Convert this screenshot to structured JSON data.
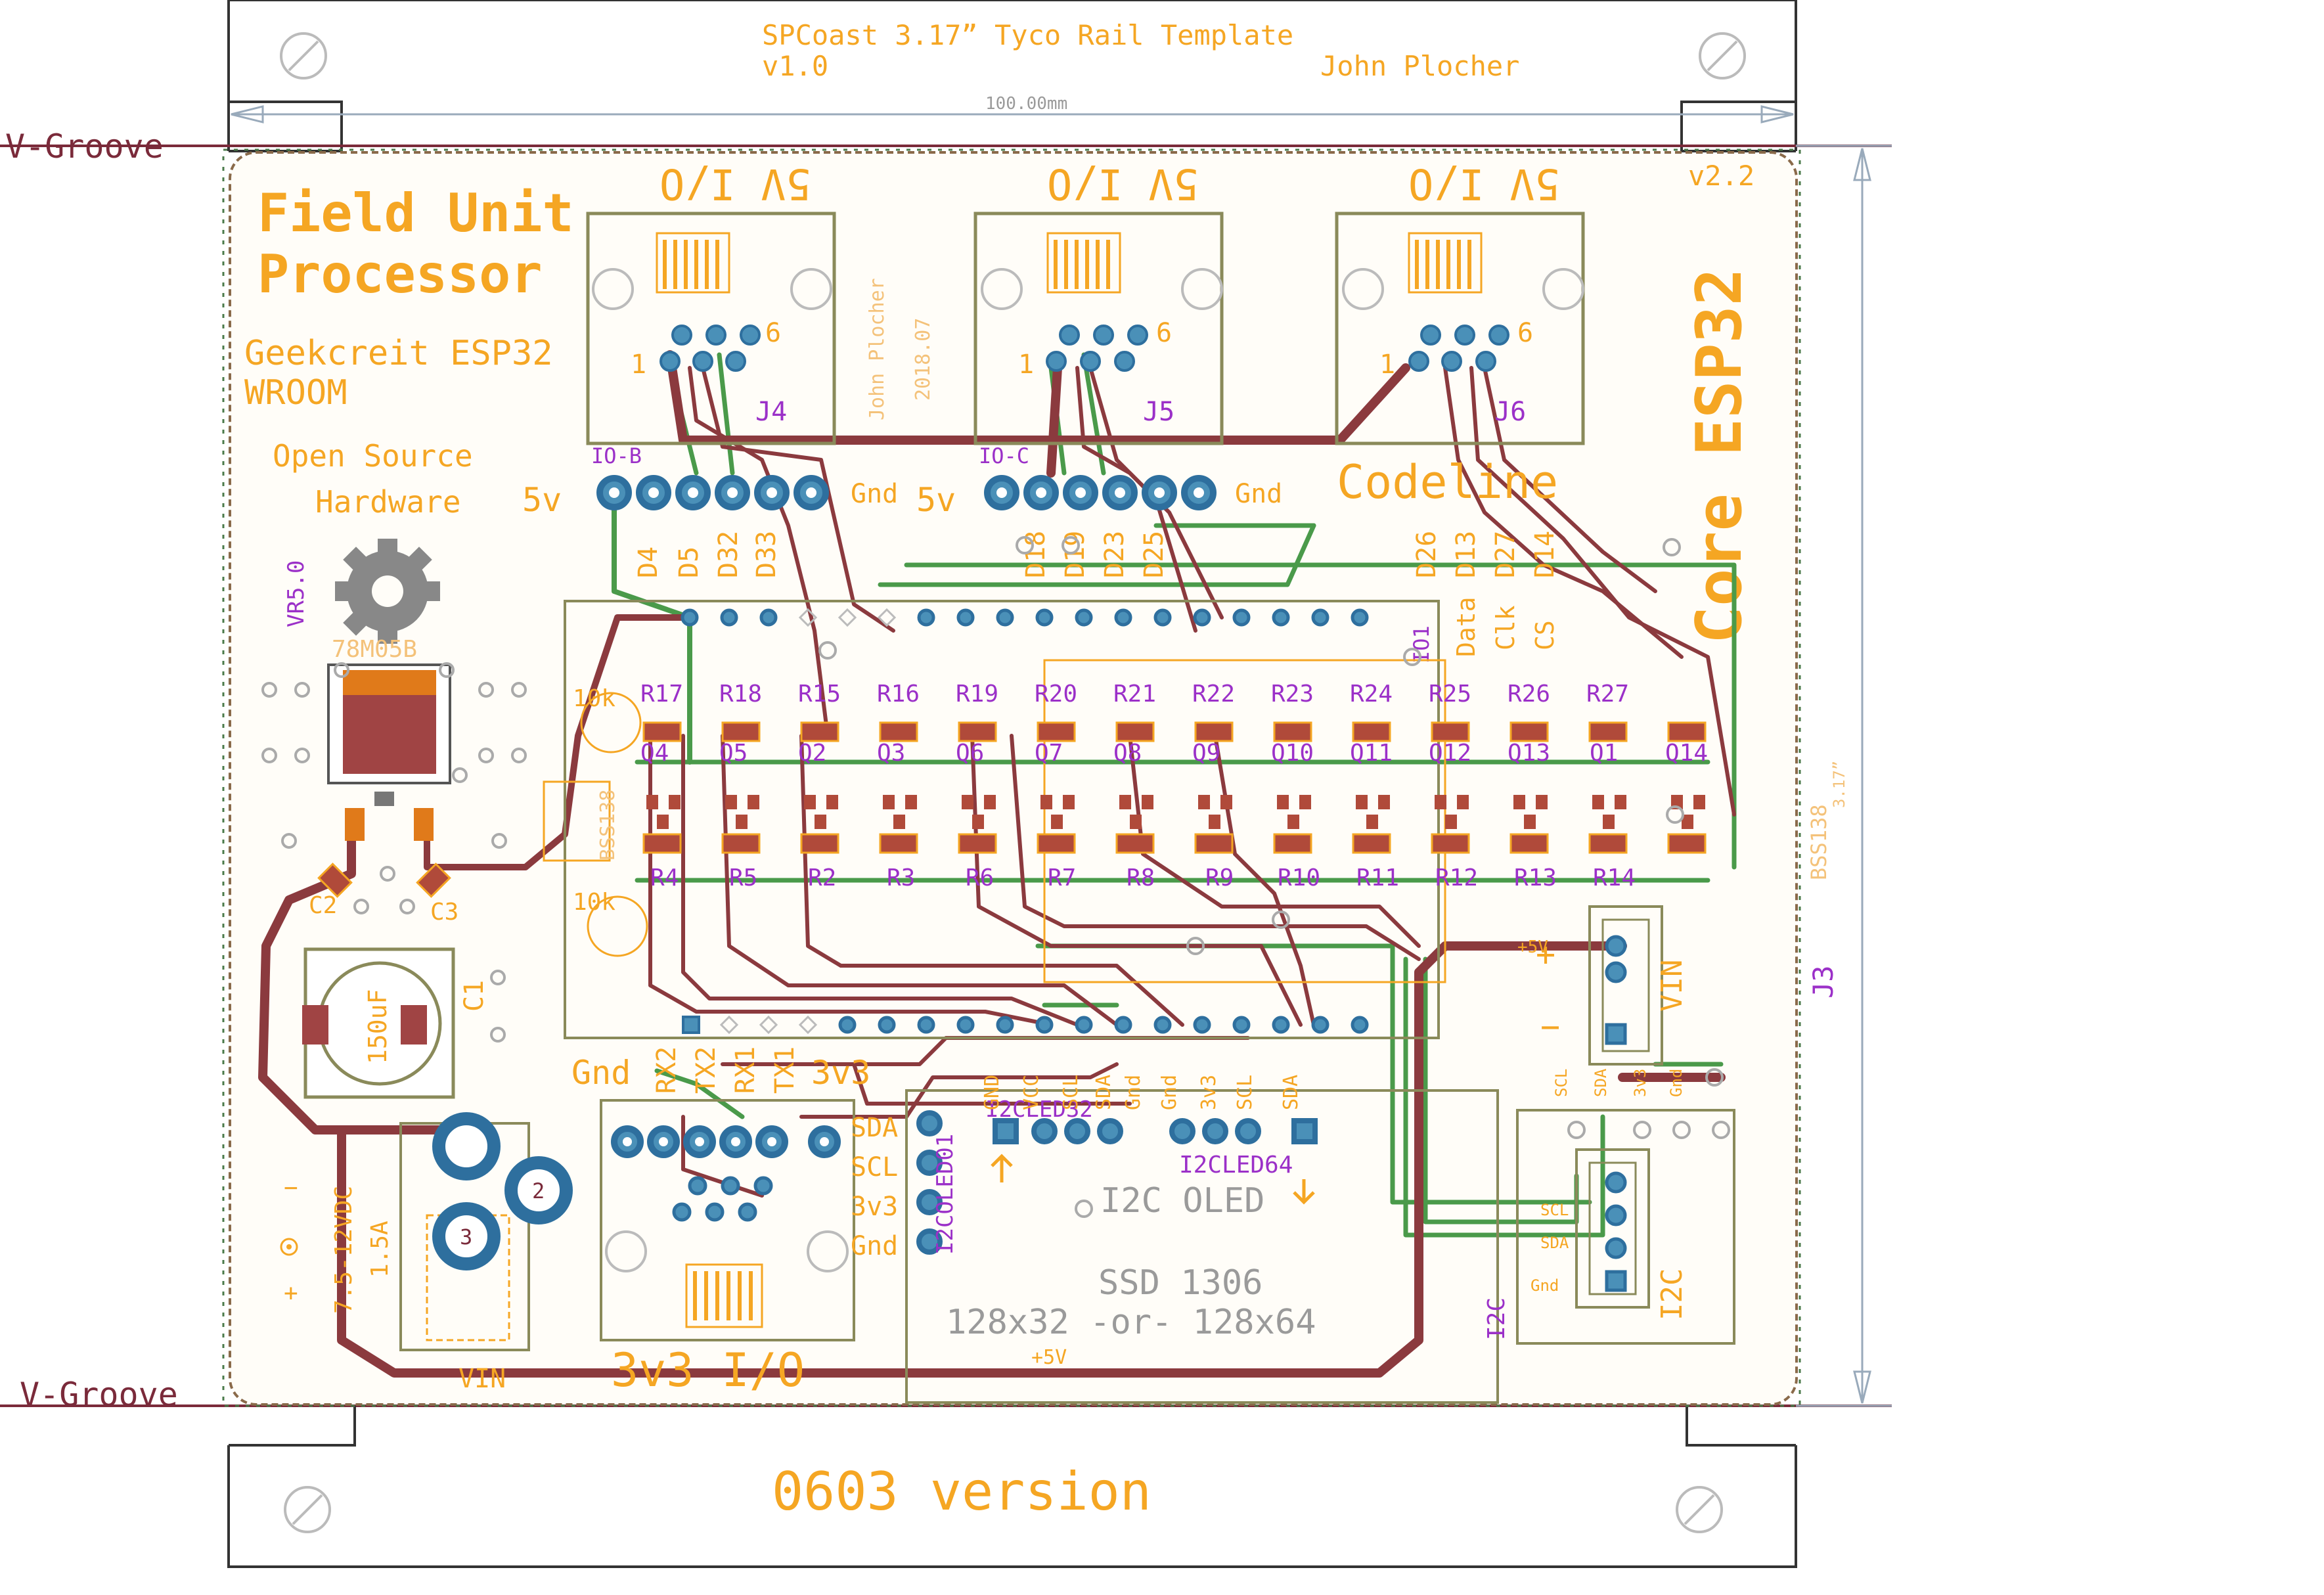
{
  "template": {
    "title": "SPCoast 3.17” Tyco Rail Template",
    "version": "v1.0",
    "author": "John Plocher",
    "dimension": "100.00mm",
    "vgroove_label": "V-Groove",
    "bottom_label": "0603 version",
    "height_label": "3.17”"
  },
  "board": {
    "title_line1": "Field Unit",
    "title_line2": "Processor",
    "subtitle_line1": "Geekcreit ESP32",
    "subtitle_line2": "WROOM",
    "osh_line1": "Open Source",
    "osh_line2": "Hardware",
    "core_label": "Core ESP32",
    "version": "v2.2",
    "credit": "John Plocher",
    "date": "2018.07",
    "regulator": "78M05B",
    "regulator_ref": "VR5.0",
    "codeline": "Codeline",
    "io_3v3": "3v3 I/O",
    "vin_label": "VIN",
    "power_spec_line1": "7.5-12VDC",
    "power_spec_line2": "1.5A",
    "cap_value": "150uF",
    "cap_ref": "C1",
    "c2": "C2",
    "c3": "C3",
    "pot_10k_top": "10k",
    "pot_10k_bottom": "10k",
    "bss_left": "BSS138",
    "bss_right": "BSS138",
    "j3": "J3",
    "plus5v": "+5V",
    "oled_title": "I2C OLED",
    "oled_chip": "SSD 1306",
    "oled_sizes": "128x32  -or-  128x64",
    "oled_ref32": "I2CLED32",
    "oled_ref64": "I2CLED64",
    "oled_ref01": "I2COLED01",
    "i2c_label": "I2C",
    "vin_conn": "VIN"
  },
  "connectors": [
    {
      "label": "5V I/O",
      "ref": "J4",
      "pin1": "1",
      "pin6": "6"
    },
    {
      "label": "5V I/O",
      "ref": "J5",
      "pin1": "1",
      "pin6": "6"
    },
    {
      "label": "5V I/O",
      "ref": "J6",
      "pin1": "1",
      "pin6": "6"
    }
  ],
  "header_labels": {
    "h1_left": "5v",
    "h1_right": "Gnd",
    "h1_ref": "IO-B",
    "h2_left": "5v",
    "h2_right": "Gnd",
    "h2_ref": "IO-C",
    "h1_pins": [
      "D4",
      "D5",
      "D32",
      "D33"
    ],
    "h2_pins": [
      "D18",
      "D19",
      "D23",
      "D25"
    ],
    "h3_pins": [
      "D26",
      "D13",
      "D27",
      "D14"
    ],
    "h3_signals": [
      "Data",
      "Clk",
      "CS"
    ],
    "h3_ref": "IO1"
  },
  "resistors_top": [
    "R17",
    "R18",
    "R15",
    "R16",
    "R19",
    "R20",
    "R21",
    "R22",
    "R23",
    "R24",
    "R25",
    "R26",
    "R27"
  ],
  "transistors": [
    "Q4",
    "Q5",
    "Q2",
    "Q3",
    "Q6",
    "Q7",
    "Q8",
    "Q9",
    "Q10",
    "Q11",
    "Q12",
    "Q13",
    "Q1",
    "Q14"
  ],
  "resistors_bottom": [
    "R4",
    "R5",
    "R2",
    "R3",
    "R6",
    "R7",
    "R8",
    "R9",
    "R10",
    "R11",
    "R12",
    "R13",
    "R14"
  ],
  "io3v3_pins": [
    "Gnd",
    "RX2",
    "TX2",
    "RX1",
    "TX1",
    "3v3"
  ],
  "io3v3_side": [
    "SDA",
    "SCL",
    "3v3",
    "Gnd"
  ],
  "oled_pins": [
    "GND",
    "VCC",
    "SCL",
    "SDA",
    "Gnd",
    "Gnd",
    "3v3",
    "SCL",
    "SDA"
  ],
  "i2c_conn": {
    "pins": [
      "SCL",
      "SDA",
      "3v3",
      "Gnd"
    ],
    "side": [
      "SCL",
      "SDA",
      "Gnd"
    ]
  },
  "vin_conn": {
    "plus": "+",
    "minus": "−"
  },
  "power_marks": {
    "minus": "−",
    "plus": "+",
    "j2": "2",
    "j3": "3"
  },
  "colors": {
    "silkscreen": "#f5a623",
    "trace_top": "#8b3a3e",
    "trace_bottom": "#4a9a4a",
    "pad": "#4a90b8",
    "labels": "#9b30c8",
    "outline": "#333333"
  }
}
